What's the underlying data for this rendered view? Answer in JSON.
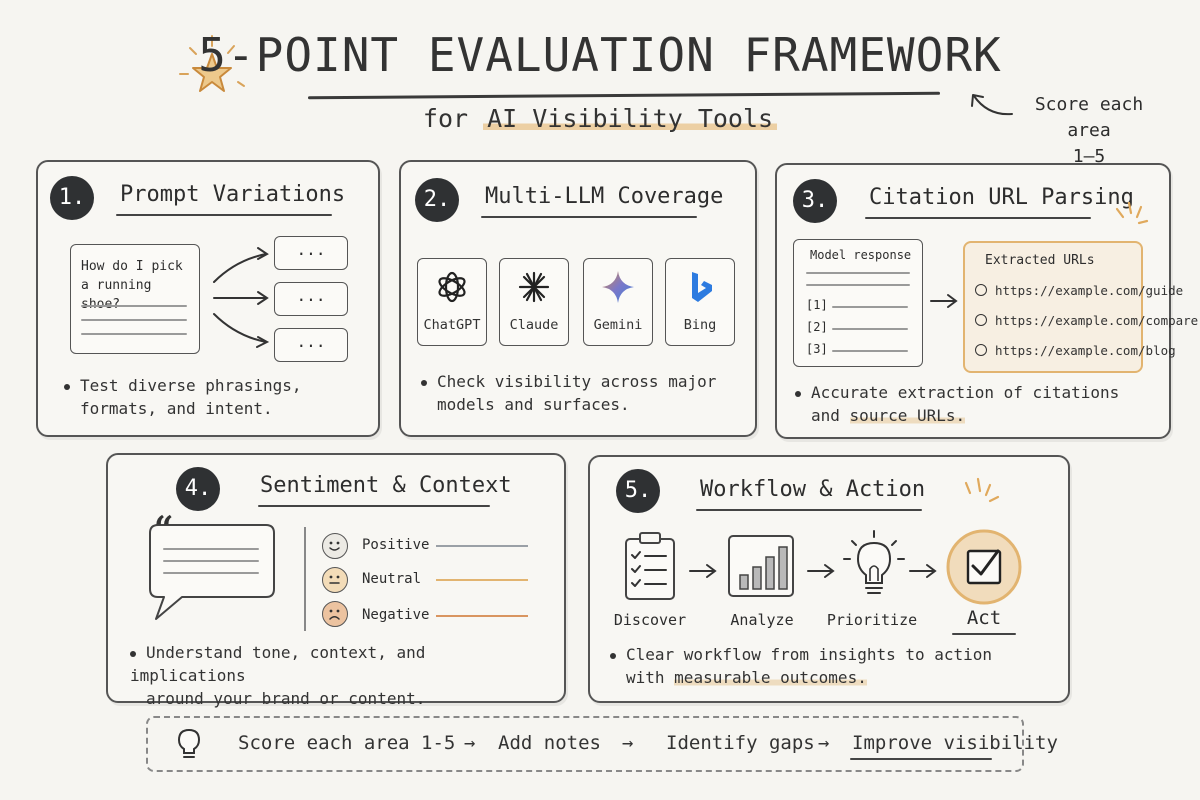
{
  "header": {
    "title": "5-POINT EVALUATION FRAMEWORK",
    "subtitle_prefix": "for",
    "subtitle_highlight": "AI Visibility Tools",
    "score_note_line1": "Score each area",
    "score_note_line2": "1–5"
  },
  "cards": {
    "c1": {
      "number": "1.",
      "title": "Prompt Variations",
      "prompt_text": "How do I pick a running shoe?",
      "bubble_text": "...",
      "bullet_line1": "Test diverse phrasings,",
      "bullet_line2": "formats, and intent."
    },
    "c2": {
      "number": "2.",
      "title": "Multi-LLM Coverage",
      "models": [
        "ChatGPT",
        "Claude",
        "Gemini",
        "Bing"
      ],
      "bullet_line1": "Check visibility across major",
      "bullet_line2": "models and surfaces."
    },
    "c3": {
      "number": "3.",
      "title": "Citation URL Parsing",
      "response_label": "Model response",
      "refs": [
        "[1]",
        "[2]",
        "[3]"
      ],
      "extracted_label": "Extracted URLs",
      "urls": [
        "https://example.com/guide",
        "https://example.com/compare",
        "https://example.com/blog"
      ],
      "bullet_line1": "Accurate extraction of citations",
      "bullet_line2_prefix": "and",
      "bullet_line2_highlight": "source URLs."
    },
    "c4": {
      "number": "4.",
      "title": "Sentiment & Context",
      "quote_mark": "“",
      "sentiments": [
        "Positive",
        "Neutral",
        "Negative"
      ],
      "bullet_line1": "Understand tone, context, and implications",
      "bullet_line2": "around your brand or content."
    },
    "c5": {
      "number": "5.",
      "title": "Workflow & Action",
      "steps": [
        "Discover",
        "Analyze",
        "Prioritize",
        "Act"
      ],
      "bullet_line1": "Clear workflow from insights to action",
      "bullet_line2_prefix": "with",
      "bullet_line2_highlight": "measurable outcomes."
    }
  },
  "footer": {
    "steps": [
      "Score each area 1-5",
      "Add notes",
      "Identify gaps",
      "Improve visibility"
    ],
    "arrow": "→"
  },
  "colors": {
    "accent": "#e0a95c",
    "ink": "#2f3133",
    "sentiment_positive": "#9aa0a6",
    "sentiment_neutral": "#e2b470",
    "sentiment_negative": "#d99560"
  }
}
